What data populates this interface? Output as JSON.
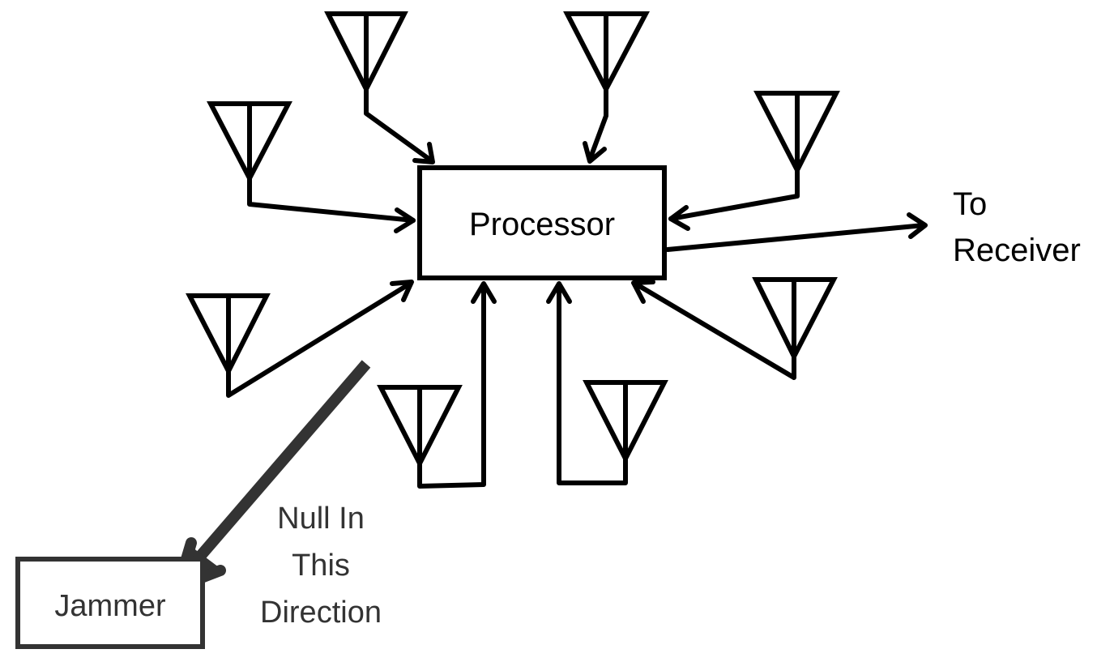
{
  "diagram": {
    "title": "Adaptive antenna array nulling a jammer",
    "processor": {
      "label": "Processor"
    },
    "output": {
      "line1": "To",
      "line2": "Receiver"
    },
    "jammer": {
      "label": "Jammer"
    },
    "null_note": {
      "line1": "Null In",
      "line2": "This",
      "line3": "Direction"
    },
    "antenna_count": 8,
    "antennas": [
      {
        "id": "antenna-top-left-upper"
      },
      {
        "id": "antenna-top-center-left"
      },
      {
        "id": "antenna-top-center-right"
      },
      {
        "id": "antenna-top-right"
      },
      {
        "id": "antenna-left-lower"
      },
      {
        "id": "antenna-bottom-left"
      },
      {
        "id": "antenna-bottom-right"
      },
      {
        "id": "antenna-right-lower"
      }
    ],
    "colors": {
      "line": "#000000",
      "null_arrow": "#333333",
      "background": "#ffffff"
    }
  }
}
